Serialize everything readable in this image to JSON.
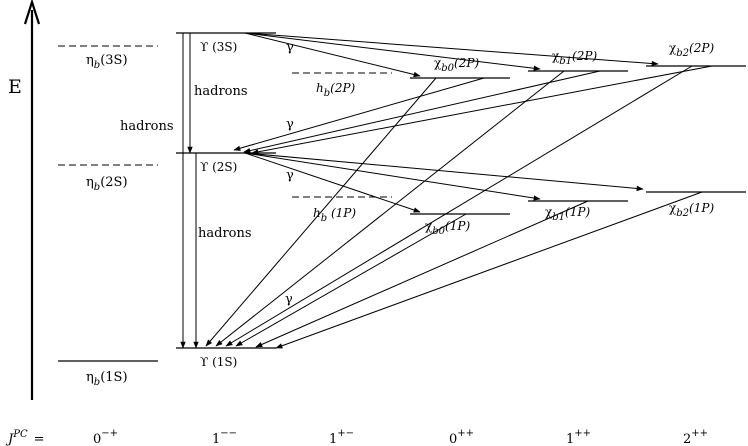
{
  "energy_axis_label": "E",
  "jpc_axis": {
    "label": "J",
    "label_sup": "PC",
    "equals": "=",
    "values": [
      {
        "base": "0",
        "sup": "−+"
      },
      {
        "base": "1",
        "sup": "−−"
      },
      {
        "base": "1",
        "sup": "+−"
      },
      {
        "base": "0",
        "sup": "++"
      },
      {
        "base": "1",
        "sup": "++"
      },
      {
        "base": "2",
        "sup": "++"
      }
    ]
  },
  "levels": [
    {
      "id": "eta3S",
      "symbol": "η",
      "sub": "b",
      "state": "(3S)",
      "style": "dashed"
    },
    {
      "id": "eta2S",
      "symbol": "η",
      "sub": "b",
      "state": "(2S)",
      "style": "dashed"
    },
    {
      "id": "eta1S",
      "symbol": "η",
      "sub": "b",
      "state": "(1S)",
      "style": "solid"
    },
    {
      "id": "ups3S",
      "symbol": "ϒ",
      "sub": "",
      "state": " (3S)",
      "style": "solid"
    },
    {
      "id": "ups2S",
      "symbol": "ϒ",
      "sub": "",
      "state": " (2S)",
      "style": "solid"
    },
    {
      "id": "ups1S",
      "symbol": "ϒ",
      "sub": "",
      "state": " (1S)",
      "style": "solid"
    },
    {
      "id": "hb2P",
      "symbol": "h",
      "sub": "b",
      "state": "(2P)",
      "style": "dashed"
    },
    {
      "id": "hb1P",
      "symbol": "h",
      "sub": "b",
      "state": " (1P)",
      "style": "dashed"
    },
    {
      "id": "chib0_2P",
      "symbol": "χ",
      "sub": "b0",
      "state": "(2P)",
      "style": "solid"
    },
    {
      "id": "chib1_2P",
      "symbol": "χ",
      "sub": "b1",
      "state": "(2P)",
      "style": "solid"
    },
    {
      "id": "chib2_2P",
      "symbol": "χ",
      "sub": "b2",
      "state": "(2P)",
      "style": "solid"
    },
    {
      "id": "chib0_1P",
      "symbol": "χ",
      "sub": "b0",
      "state": "(1P)",
      "style": "solid"
    },
    {
      "id": "chib1_1P",
      "symbol": "χ",
      "sub": "b1",
      "state": "(1P)",
      "style": "solid"
    },
    {
      "id": "chib2_1P",
      "symbol": "χ",
      "sub": "b2",
      "state": "(1P)",
      "style": "solid"
    }
  ],
  "transition_labels": {
    "hadrons_3S_1S": "hadrons",
    "hadrons_3S_2S": "hadrons",
    "hadrons_2S_1S": "hadrons",
    "gamma_3S_2P": "γ",
    "gamma_2P_2S": "γ",
    "gamma_2S_1P": "γ",
    "gamma_1P_1S": "γ"
  }
}
